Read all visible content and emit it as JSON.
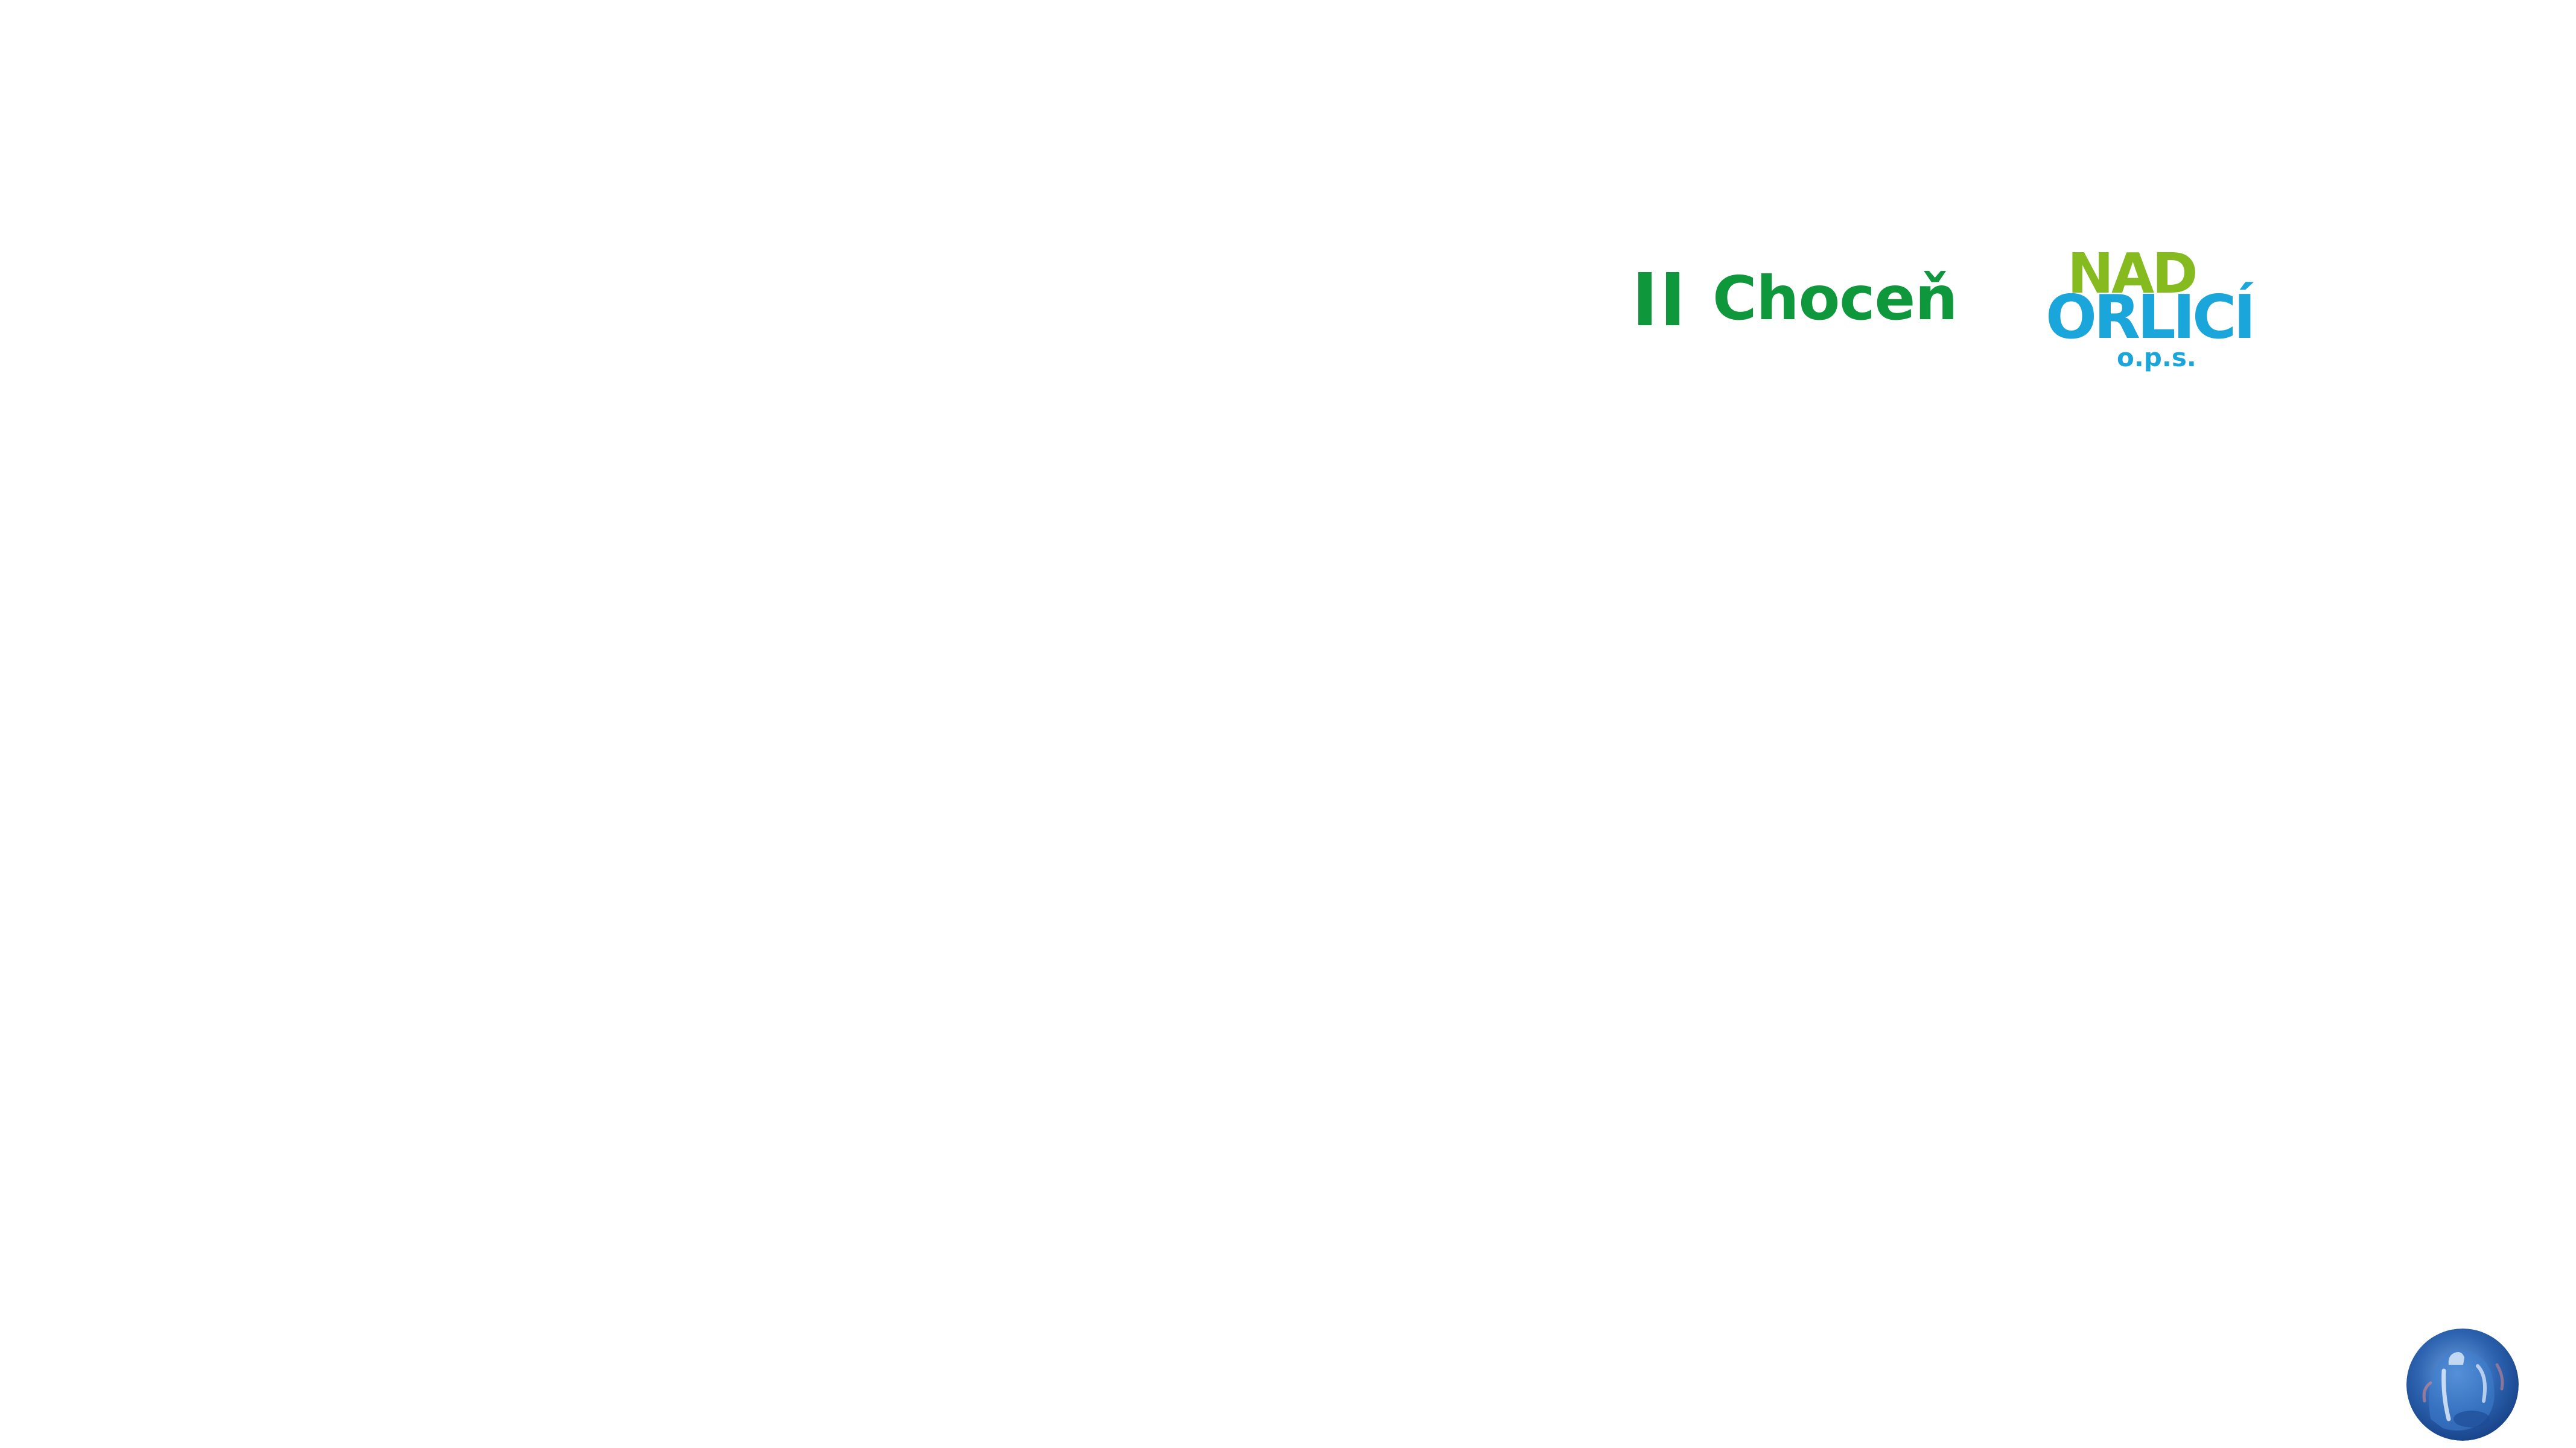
{
  "logos": {
    "chocen": {
      "text": "Choceň",
      "color": "#0f973c"
    },
    "nad_orlici": {
      "line1": "NAD",
      "line2": "ORLICÍ",
      "line3": "o.p.s.",
      "color_green": "#85bb1f",
      "color_blue": "#1aa6da"
    }
  },
  "badge": {
    "icon": "blue-globe-emblem-icon",
    "color": "#2d63b0"
  }
}
